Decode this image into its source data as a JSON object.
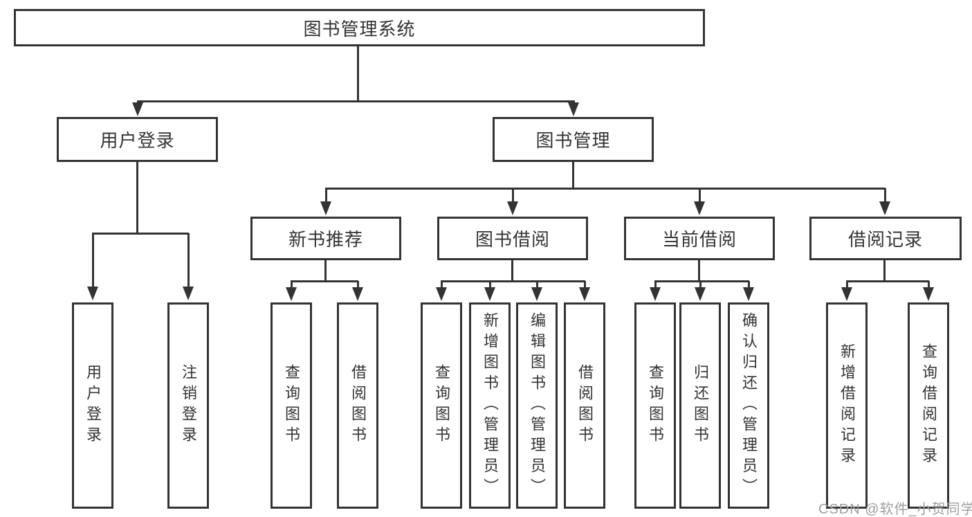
{
  "tree": {
    "label": "图书管理系统",
    "children": [
      {
        "label": "用户登录",
        "children": [
          {
            "label": "用户登录"
          },
          {
            "label": "注销登录"
          }
        ]
      },
      {
        "label": "图书管理",
        "children": [
          {
            "label": "新书推荐",
            "children": [
              {
                "label": "查询图书"
              },
              {
                "label": "借阅图书"
              }
            ]
          },
          {
            "label": "图书借阅",
            "children": [
              {
                "label": "查询图书"
              },
              {
                "label": "新增图书（管理员）"
              },
              {
                "label": "编辑图书（管理员）"
              },
              {
                "label": "借阅图书"
              }
            ]
          },
          {
            "label": "当前借阅",
            "children": [
              {
                "label": "查询图书"
              },
              {
                "label": "归还图书"
              },
              {
                "label": "确认归还（管理员）"
              }
            ]
          },
          {
            "label": "借阅记录",
            "children": [
              {
                "label": "新增借阅记录"
              },
              {
                "label": "查询借阅记录"
              }
            ]
          }
        ]
      }
    ]
  },
  "watermark": "CSDN @软件_小贺同学",
  "colors": {
    "line": "#333333",
    "box_border": "#333333",
    "text": "#333333",
    "watermark": "#9f9f9f",
    "background": "#ffffff"
  }
}
